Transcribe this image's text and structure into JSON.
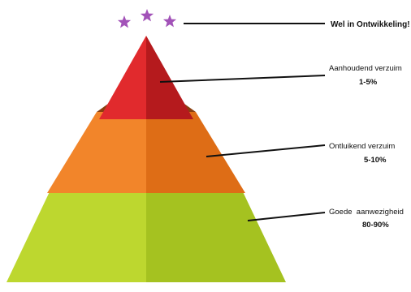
{
  "top_label": "Wel in Ontwikkeling!",
  "levels": [
    {
      "name": "Aanhoudend verzuim",
      "range": "1-5%",
      "color": "#d42b2b"
    },
    {
      "name": "Ontluikend verzuim",
      "range": "5-10%",
      "color": "#f07d22"
    },
    {
      "name": "Goede  aanwezigheid",
      "range": "80-90%",
      "color": "#b5d12e"
    }
  ],
  "star_color": "#a252b8",
  "star_count": 3
}
